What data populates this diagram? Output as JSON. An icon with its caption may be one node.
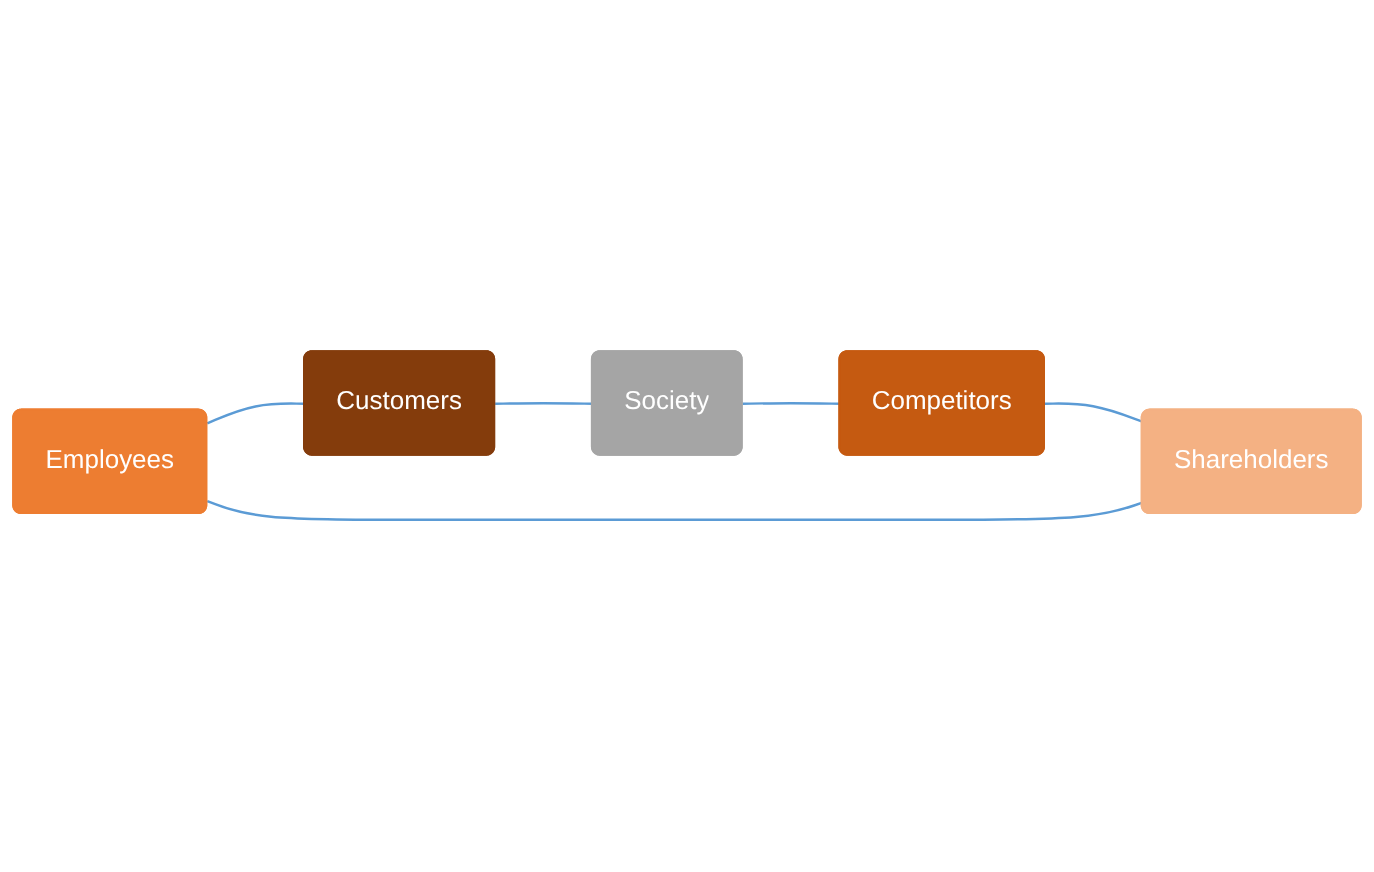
{
  "diagram": {
    "nodes": [
      {
        "text": [
          "Employees"
        ]
      },
      {
        "text": [
          "Customers"
        ]
      },
      {
        "text": [
          "Society"
        ]
      },
      {
        "text": [
          "Competitors"
        ]
      },
      {
        "text": [
          "Shareholders"
        ]
      }
    ],
    "edges": [
      {
        "from": 0,
        "to": 1,
        "arrow": "none"
      },
      {
        "from": 1,
        "to": 2,
        "arrow": "none"
      },
      {
        "from": 2,
        "to": 3,
        "arrow": "none"
      },
      {
        "from": 3,
        "to": 4,
        "arrow": "none"
      },
      {
        "from": 4,
        "to": 0,
        "arrow": "none"
      }
    ]
  }
}
